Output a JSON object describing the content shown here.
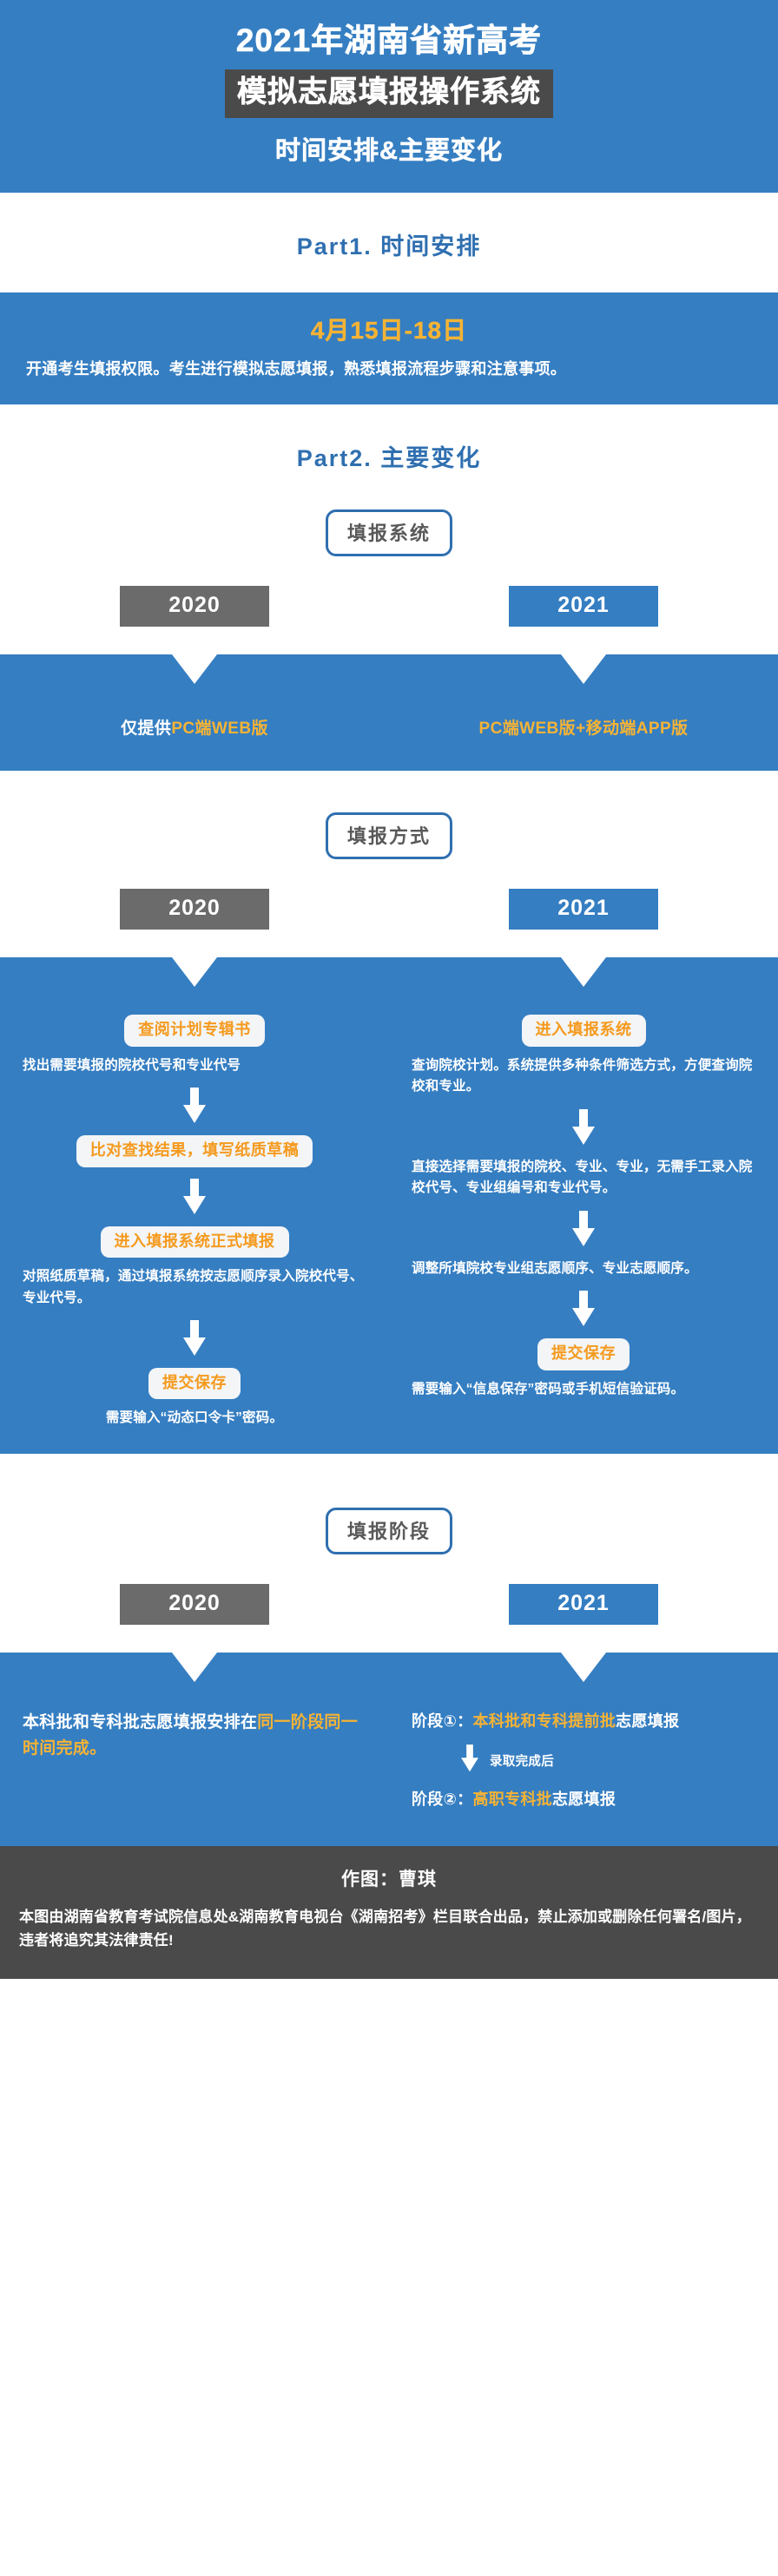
{
  "header": {
    "line1": "2021年湖南省新高考",
    "line2": "模拟志愿填报操作系统",
    "line3": "时间安排&主要变化",
    "bg_color": "#357ec2",
    "band_color": "#4a4a4a"
  },
  "part1": {
    "title": "Part1. 时间安排",
    "date": "4月15日-18日",
    "body": "开通考生填报权限。考生进行模拟志愿填报，熟悉填报流程步骤和注意事项。",
    "date_color": "#f5b335"
  },
  "part2": {
    "title": "Part2. 主要变化"
  },
  "year_labels": {
    "old": "2020",
    "new": "2021",
    "old_color": "#6b6b6b",
    "new_color": "#357ec2"
  },
  "sections": [
    {
      "pill": "填报系统",
      "old": {
        "plain_prefix": "仅提供",
        "highlight": "PC端WEB版"
      },
      "new": {
        "plain_prefix": "",
        "highlight": "PC端WEB版+移动端APP版"
      }
    },
    {
      "pill": "填报方式",
      "old_steps": [
        {
          "pill": "查阅计划专辑书",
          "desc": "找出需要填报的院校代号和专业代号"
        },
        {
          "pill": "比对查找结果，填写纸质草稿",
          "desc": ""
        },
        {
          "pill": "进入填报系统正式填报",
          "desc": "对照纸质草稿，通过填报系统按志愿顺序录入院校代号、专业代号。"
        },
        {
          "pill": "提交保存",
          "desc": "需要输入“动态口令卡”密码。"
        }
      ],
      "new_steps": [
        {
          "pill": "进入填报系统",
          "desc": "查询院校计划。系统提供多种条件筛选方式，方便查询院校和专业。"
        },
        {
          "pill": "",
          "desc": "直接选择需要填报的院校、专业、专业，无需手工录入院校代号、专业组编号和专业代号。"
        },
        {
          "pill": "",
          "desc": "调整所填院校专业组志愿顺序、专业志愿顺序。"
        },
        {
          "pill": "提交保存",
          "desc": "需要输入“信息保存”密码或手机短信验证码。"
        }
      ]
    },
    {
      "pill": "填报阶段",
      "old_text_parts": [
        {
          "text": "本科批和专科批志愿填报安排在",
          "color": "white"
        },
        {
          "text": "同一阶段同一时间完成。",
          "color": "orange"
        }
      ],
      "new_stages": [
        {
          "label": "阶段①：",
          "highlight": "本科批和专科提前批",
          "tail": "志愿填报"
        },
        {
          "connector": "录取完成后"
        },
        {
          "label": "阶段②：",
          "highlight": "高职专科批",
          "tail": "志愿填报"
        }
      ]
    }
  ],
  "footer": {
    "author": "作图：曹琪",
    "note": "本图由湖南省教育考试院信息处&湖南教育电视台《湖南招考》栏目联合出品，禁止添加或删除任何署名/图片，违者将追究其法律责任!",
    "bg_color": "#4a4a4a"
  }
}
